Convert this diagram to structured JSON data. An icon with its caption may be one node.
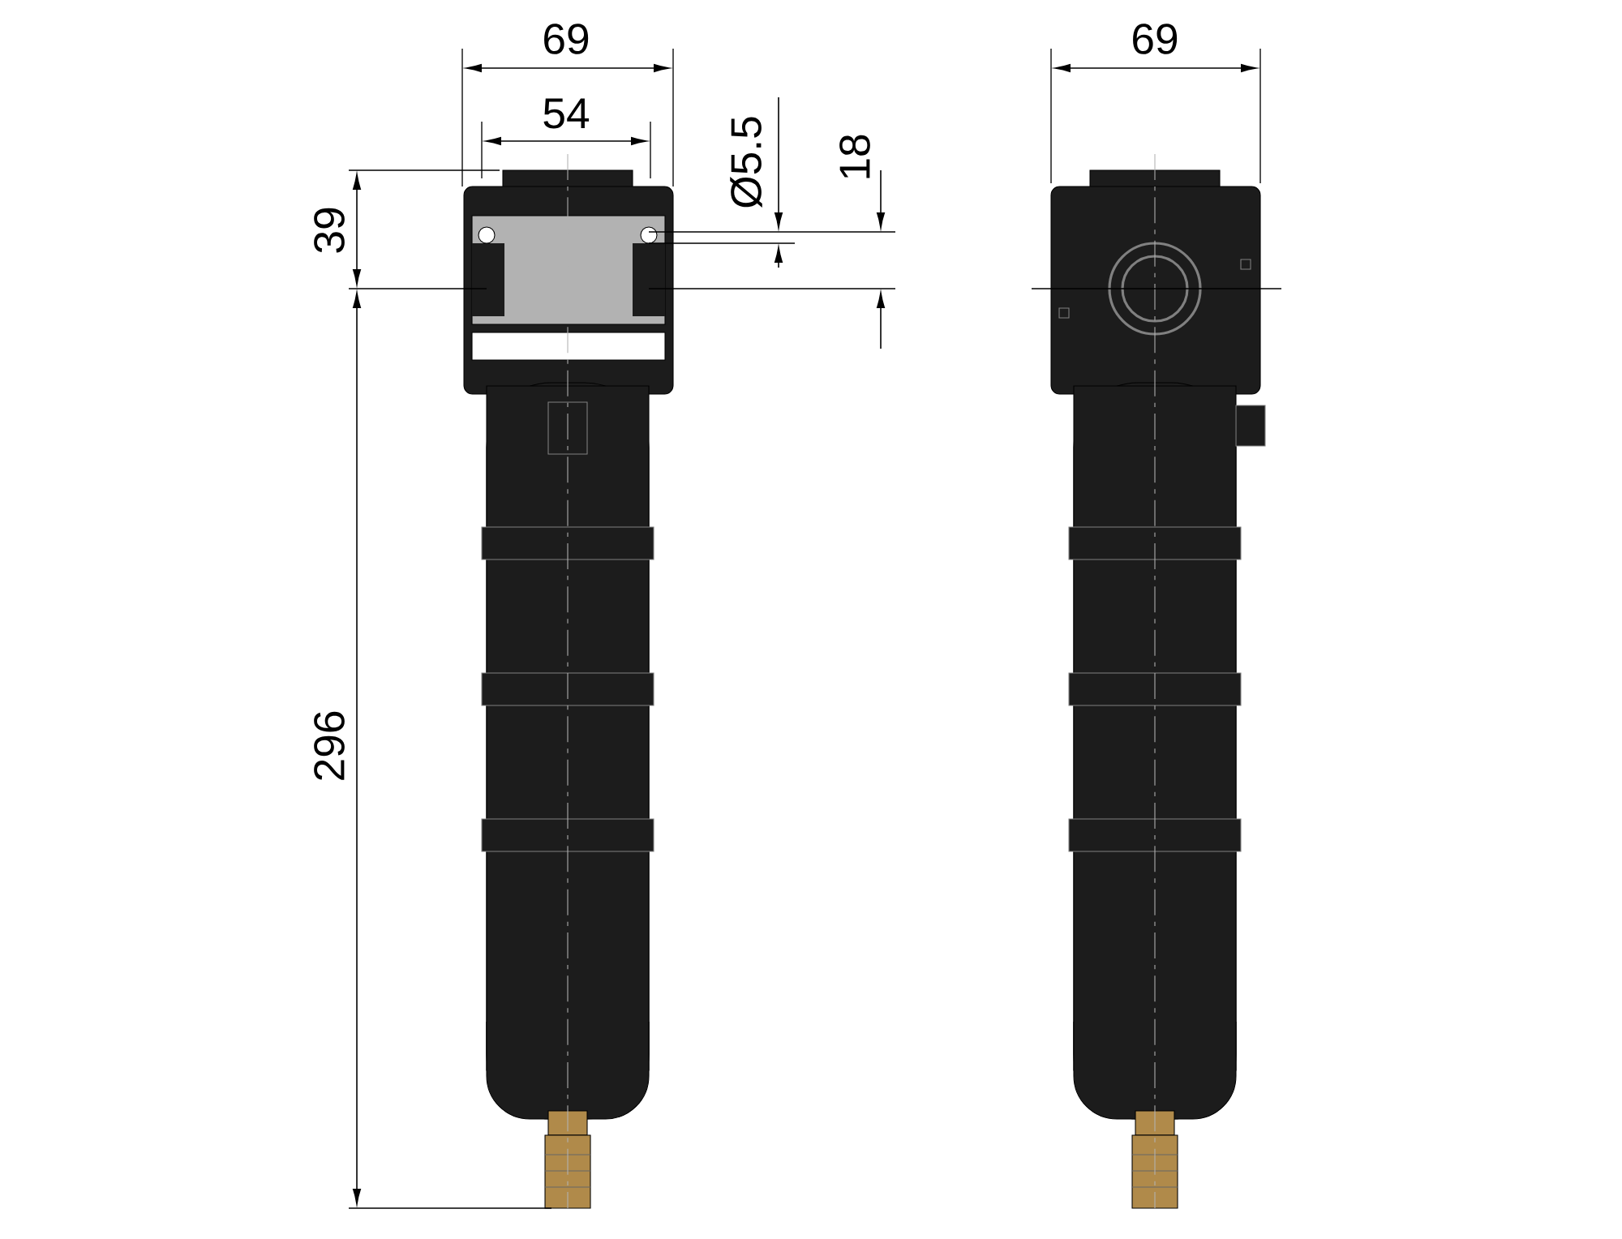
{
  "diagram": {
    "labels": [
      "69",
      "69",
      "54",
      "Ø5.5",
      "18",
      "39",
      "296"
    ]
  }
}
